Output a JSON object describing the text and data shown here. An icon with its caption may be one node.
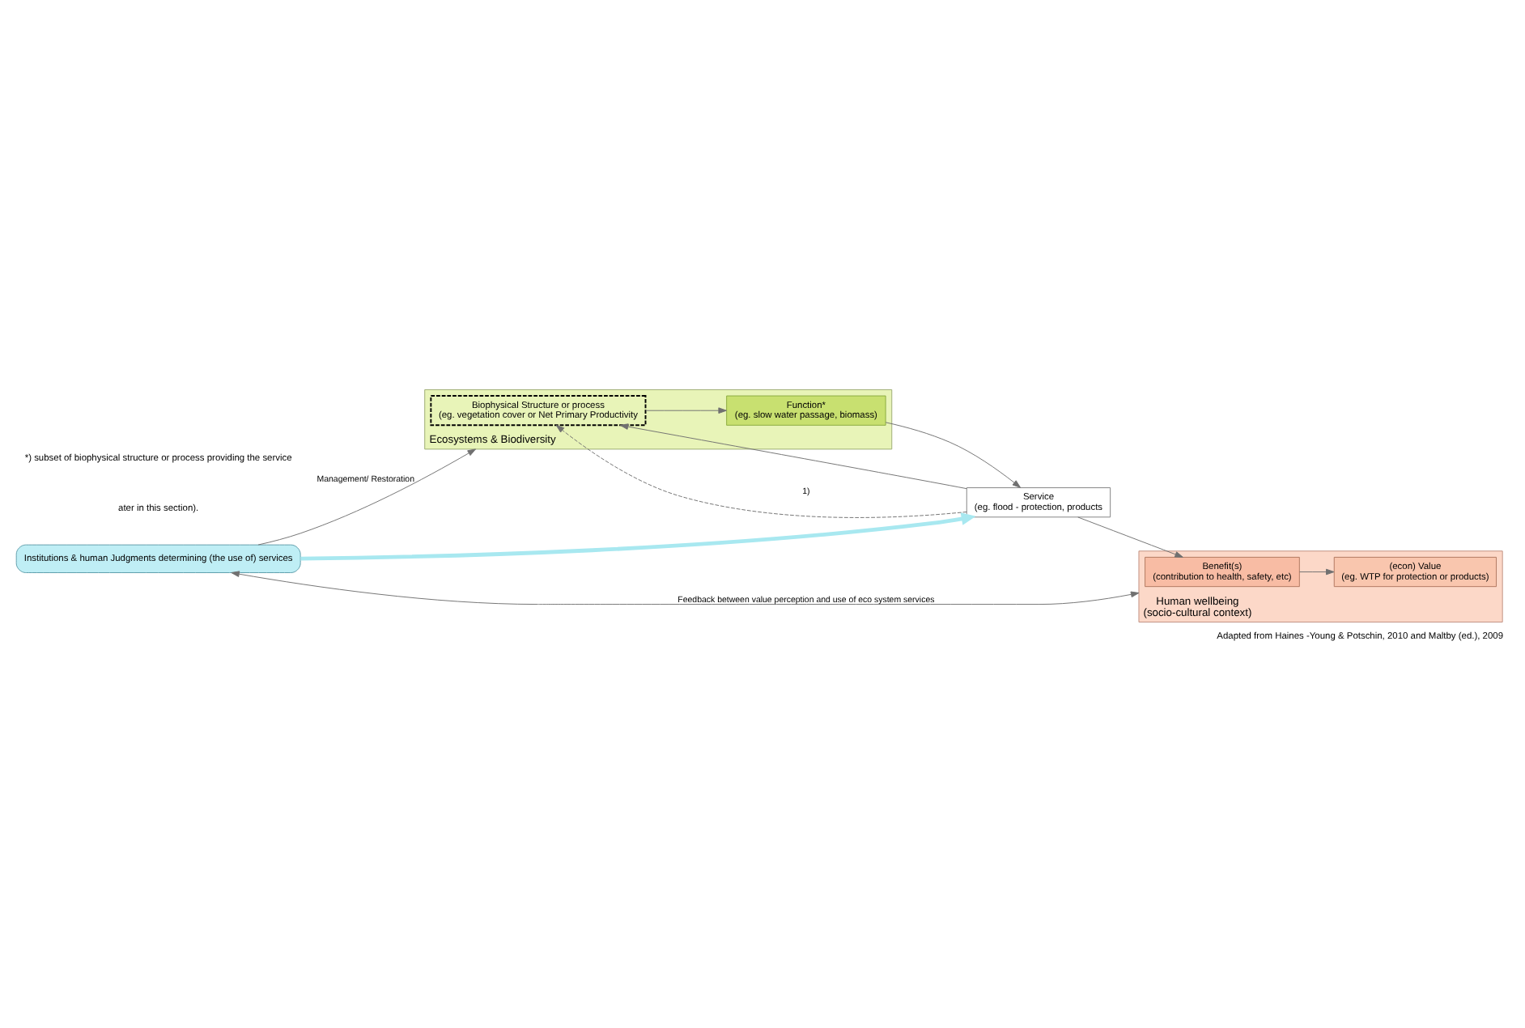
{
  "diagram": {
    "caption": "Adapted from Haines -Young & Potschin, 2010 and Maltby (ed.), 2009",
    "nodes": [
      {
        "text": [
          "Institutions & human Judgments determining (the use of) services"
        ]
      },
      {
        "text": [
          "Ecosystems & Biodiversity"
        ]
      },
      {
        "text": [
          "Biophysical Structure or process",
          "(eg. vegetation cover or Net Primary Productivity"
        ],
        "in": 1
      },
      {
        "text": [
          "Function*",
          "(eg. slow water passage, biomass)"
        ],
        "in": 1
      },
      {
        "text": [
          "Service",
          "(eg. flood - protection, products"
        ]
      },
      {
        "text": [
          "Human wellbeing",
          "(socio-cultural context)"
        ]
      },
      {
        "text": [
          "Benefit(s)",
          "(contribution to health, safety, etc)"
        ],
        "in": 5
      },
      {
        "text": [
          "(econ) Value",
          "(eg. WTP for protection or products)"
        ],
        "in": 5
      }
    ],
    "edges": [
      {
        "from": 0,
        "to": 1,
        "arrow": "to",
        "label": "Management/ Restoration"
      },
      {
        "from": 0,
        "to": 5,
        "arrow": "both",
        "label": "Feedback between value perception and use of eco system services"
      },
      {
        "from": 0,
        "to": 4,
        "arrow": "to",
        "style": "thick",
        "color": "#a8e8f0"
      },
      {
        "from": 2,
        "to": 3,
        "arrow": "to"
      },
      {
        "from": 3,
        "to": 4,
        "arrow": "to"
      },
      {
        "from": 4,
        "to": 6,
        "arrow": "to"
      },
      {
        "from": 6,
        "to": 7,
        "arrow": "to"
      },
      {
        "from": 4,
        "to": 2,
        "arrow": "to"
      },
      {
        "from": 4,
        "to": 2,
        "arrow": "to",
        "style": "dashed",
        "label": "1)"
      }
    ],
    "labels": [
      "ater in this section).",
      "*) subset of biophysical structure or process providing the service"
    ]
  }
}
